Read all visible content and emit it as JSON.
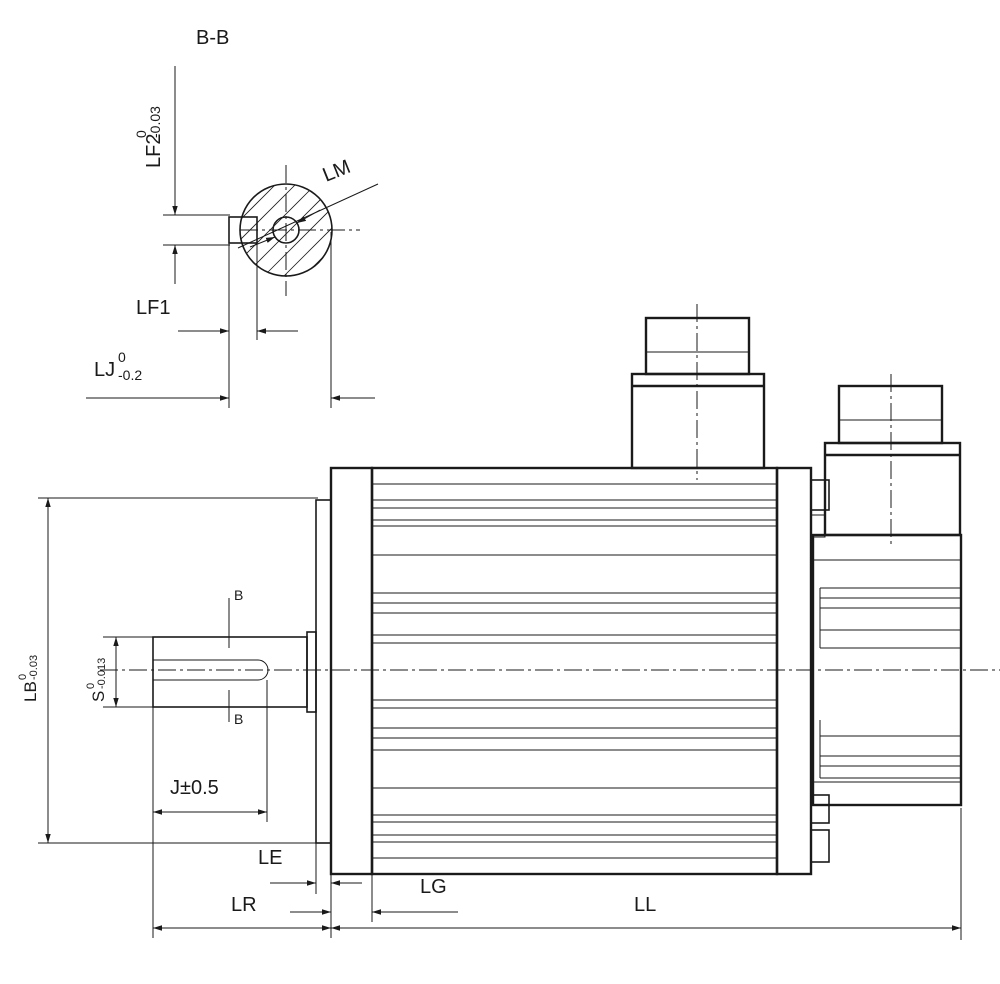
{
  "section_title": "B-B",
  "labels": {
    "lf2": "LF2",
    "lf2_tol_upper": "0",
    "lf2_tol_lower": "-0.03",
    "lm": "LM",
    "lf1": "LF1",
    "lj": "LJ",
    "lj_tol_upper": "0",
    "lj_tol_lower": "-0.2",
    "lb": "LB",
    "lb_tol_upper": "0",
    "lb_tol_lower": "-0.03",
    "s": "S",
    "s_tol_upper": "0",
    "s_tol_lower": "-0.013",
    "b_top": "B",
    "b_bottom": "B",
    "j": "J±0.5",
    "le": "LE",
    "lg": "LG",
    "lr": "LR",
    "ll": "LL"
  },
  "colors": {
    "line": "#1a1a1a",
    "background": "#ffffff"
  }
}
